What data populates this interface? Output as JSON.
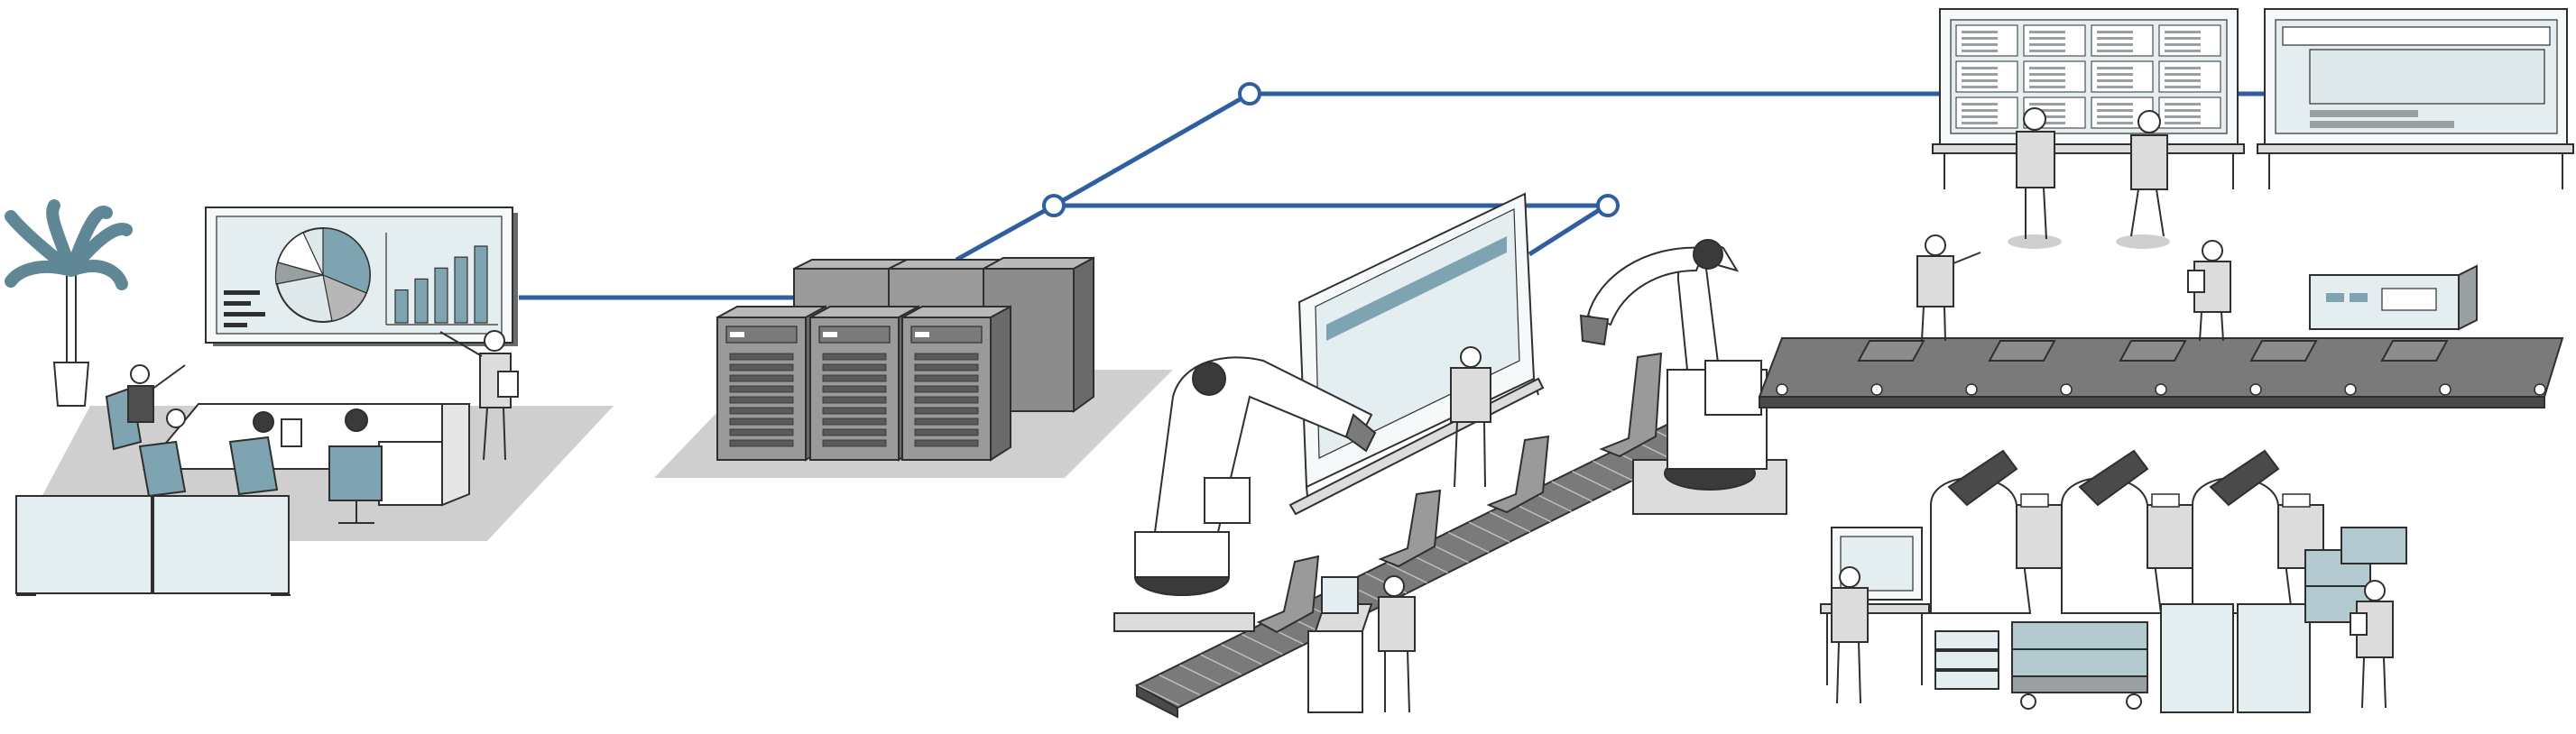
{
  "colors": {
    "network_line": "#2f5f9e",
    "accent_teal": "#7fa4b1",
    "screen_fill": "#e4eef0",
    "shadow": "#cfcfcf",
    "machine_gray": "#8c8c8c",
    "dark_gray": "#5a5a5a",
    "outline": "#2f2f2f"
  },
  "icons": {
    "meeting_room": "presentation-screen-icon",
    "server_rack": "server-icon",
    "robot_arm": "robot-arm-icon",
    "conveyor": "conveyor-belt-icon",
    "monitor_wall": "dashboard-display-icon",
    "press_machine": "press-machine-icon",
    "network_node": "network-node-icon"
  },
  "chart_in_screen": {
    "type": "bar",
    "values": [
      3,
      4,
      5,
      6,
      7
    ]
  }
}
